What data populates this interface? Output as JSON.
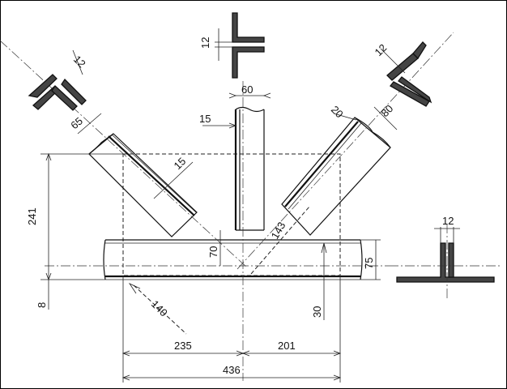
{
  "dimensions": {
    "d_12_top": "12",
    "d_12_left": "12",
    "d_12_right": "12",
    "d_12_section": "12",
    "d_60": "60",
    "d_15_vertical": "15",
    "d_65": "65",
    "d_15_diagonal": "15",
    "d_20": "20",
    "d_80": "80",
    "d_241": "241",
    "d_70": "70",
    "d_143": "143",
    "d_75": "75",
    "d_8": "8",
    "d_140": "140",
    "d_30": "30",
    "d_235": "235",
    "d_201": "201",
    "d_436": "436"
  }
}
